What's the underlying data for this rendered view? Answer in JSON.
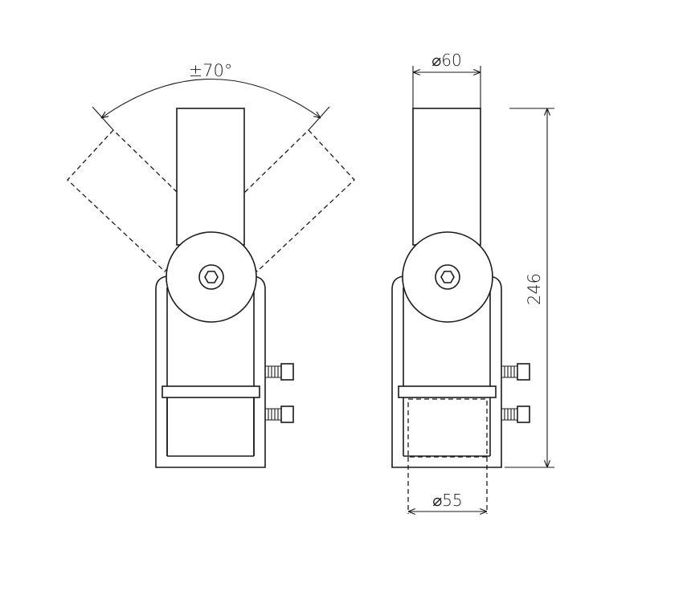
{
  "labels": {
    "angle": "±70°",
    "top_diameter": "60",
    "bottom_diameter": "55",
    "height": "246",
    "diameter_symbol": "⌀"
  },
  "colors": {
    "line": "#1a1a1a",
    "background": "#ffffff"
  }
}
